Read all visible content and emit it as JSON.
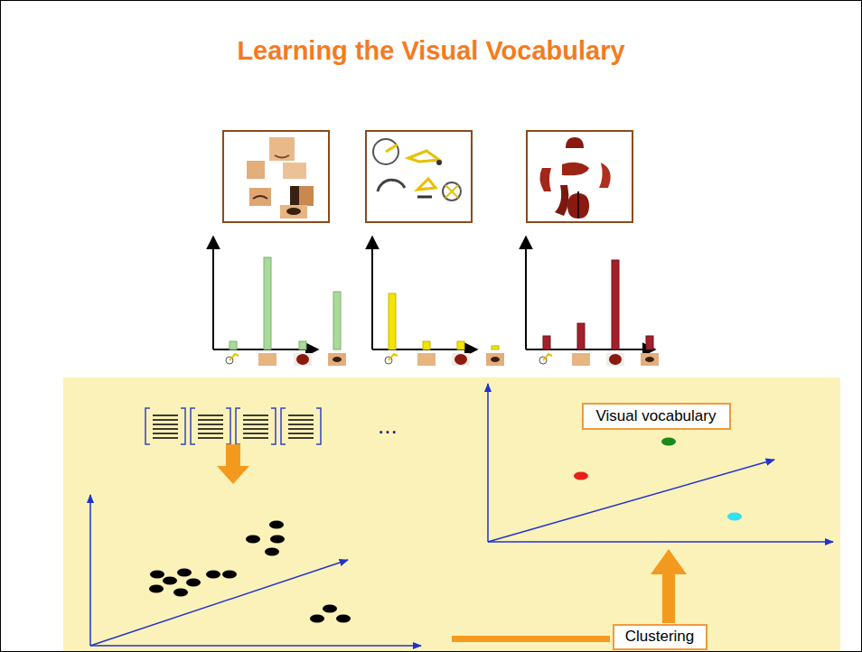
{
  "diagram": {
    "title": "Learning the Visual Vocabulary",
    "nodes": [
      {
        "text": [
          "Visual vocabulary"
        ]
      },
      {
        "text": [
          "Clustering"
        ]
      }
    ],
    "labels": [
      "..."
    ]
  }
}
